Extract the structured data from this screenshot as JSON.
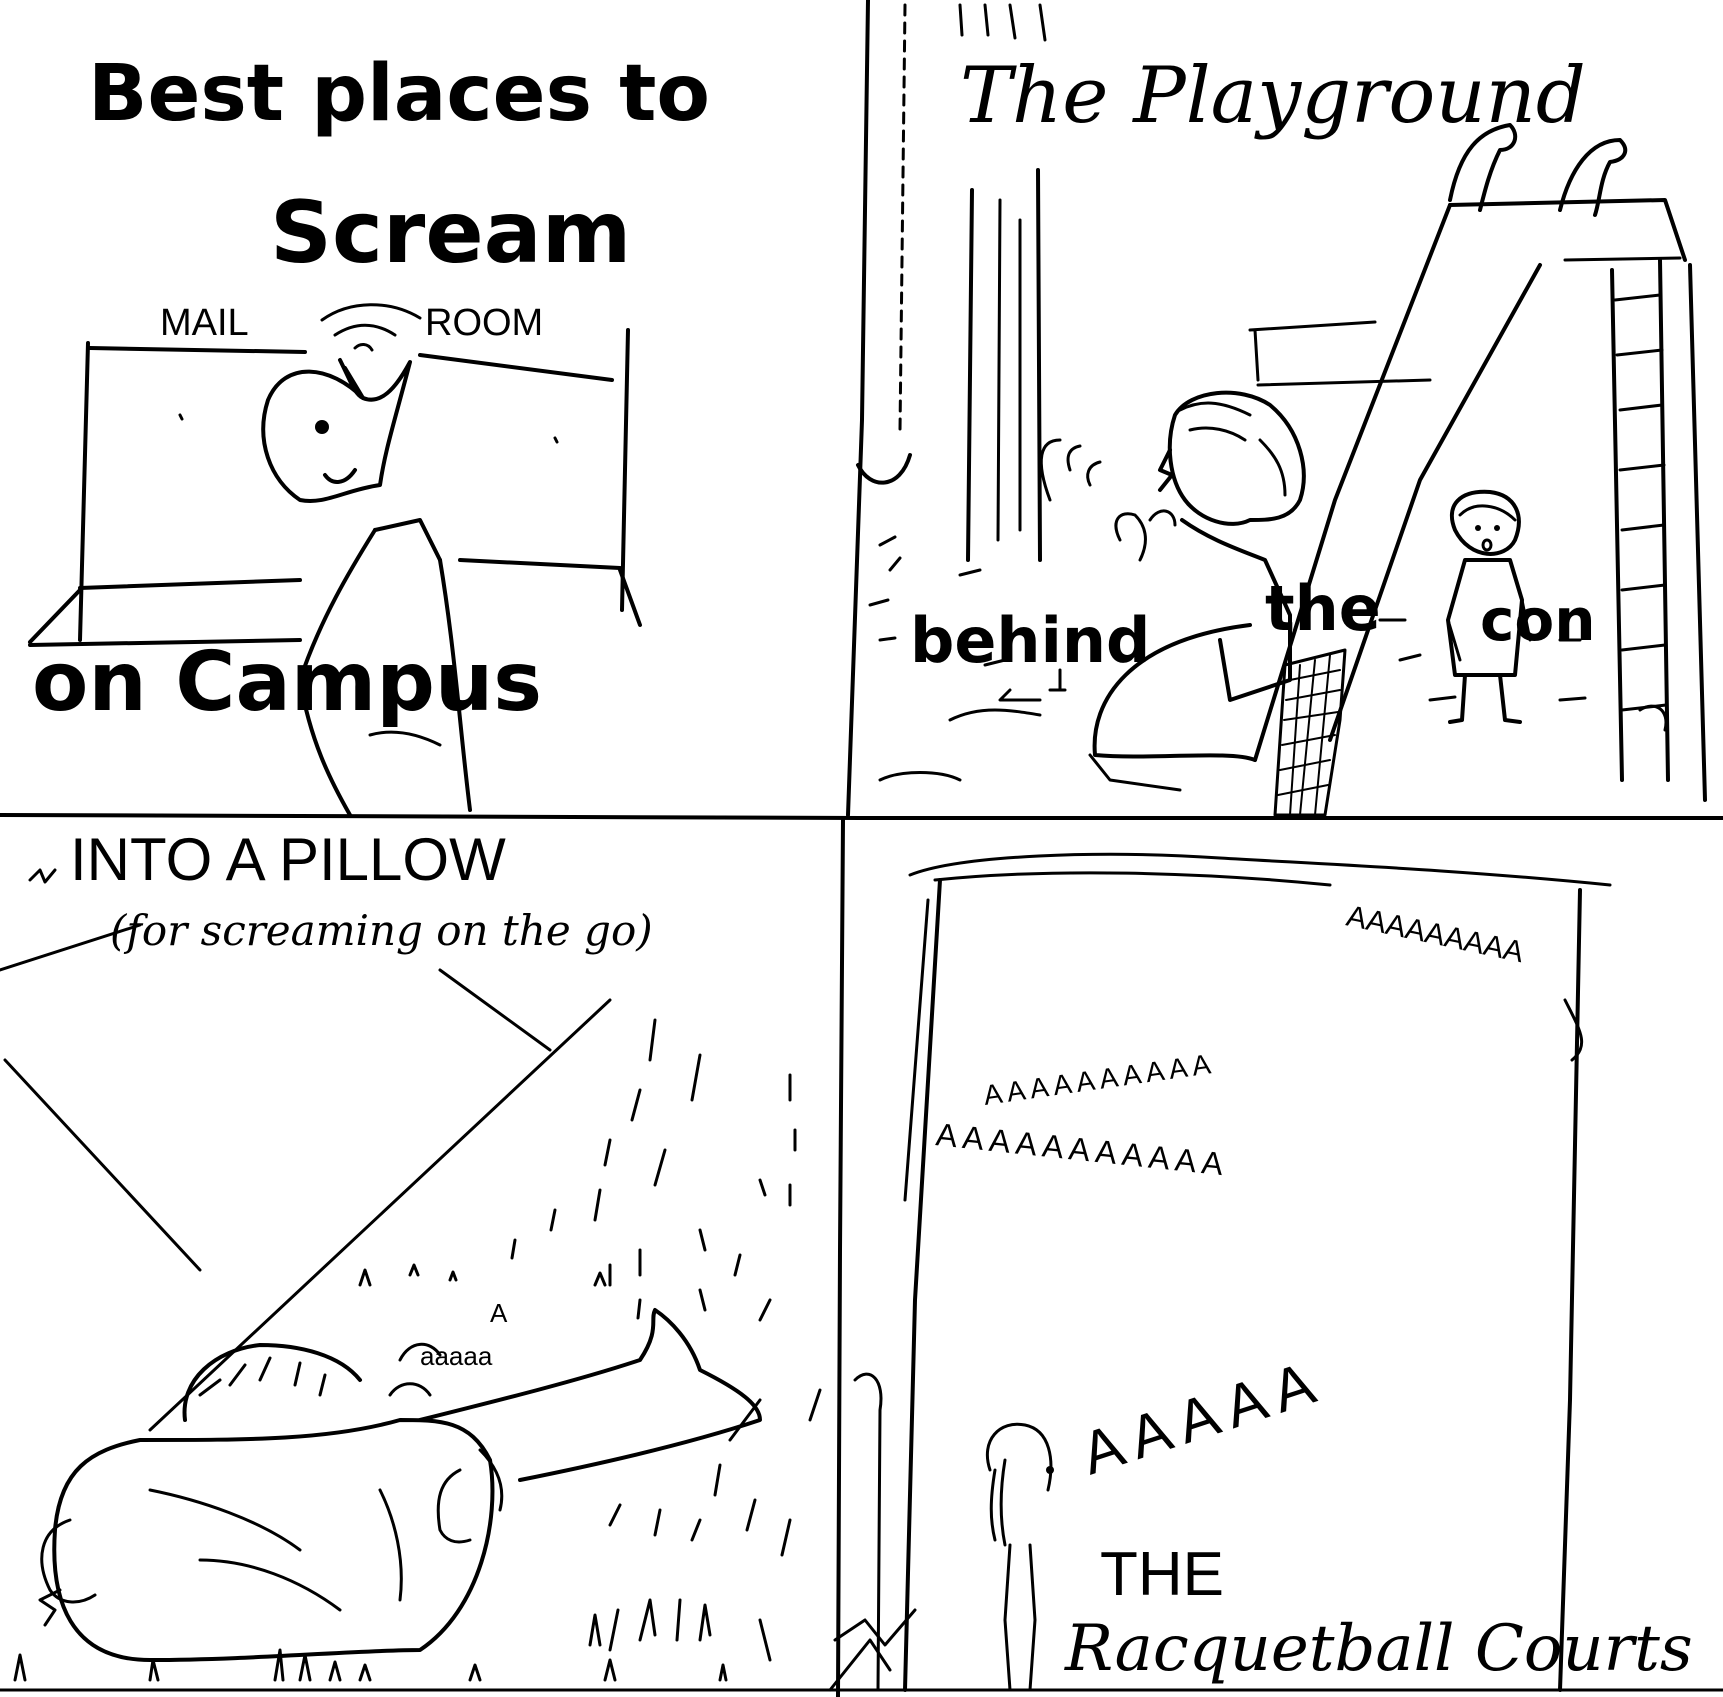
{
  "panel1": {
    "title_line1": "Best places to",
    "title_line2": "Scream",
    "title_line3": "on Campus",
    "sign_left": "MAIL",
    "sign_right": "ROOM"
  },
  "panel2": {
    "title": "The Playground",
    "caption_1": "behind",
    "caption_2": "the",
    "caption_3": "con"
  },
  "panel3": {
    "title": "INTO A PILLOW",
    "subtitle": "(for screaming on the go)",
    "muffled": "aaaaa",
    "small_a": "A"
  },
  "panel4": {
    "scream_row1": "AAAAAAAAA",
    "scream_row2": "A A A A A A A A A A",
    "scream_row3": "A A A A A A A A A A A",
    "scream_row4": "A A A A A",
    "caption_line1": "THE",
    "caption_line2": "Racquetball Courts"
  }
}
